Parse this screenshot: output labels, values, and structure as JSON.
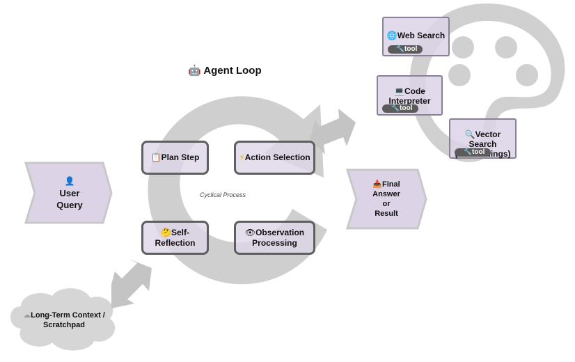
{
  "title": {
    "icon": "🤖",
    "text": "Agent Loop"
  },
  "center_label": "Cyclical Process",
  "loop_steps": [
    {
      "icon": "📋",
      "label": "Plan Step"
    },
    {
      "icon": "⚡",
      "label": "Action Selection"
    },
    {
      "icon": "🤔",
      "label": "Self-",
      "label2": "Reflection"
    },
    {
      "icon": "👁",
      "label": "Observation",
      "label2": "Processing"
    }
  ],
  "input": {
    "icon": "👤",
    "line1": "User",
    "line2": "Query"
  },
  "output": {
    "icon": "📥",
    "line1": "Final",
    "line2": "Answer",
    "line3": "or",
    "line4": "Result"
  },
  "memory": {
    "icon": "☁",
    "line1": "Long-Term Context /",
    "line2": "Scratchpad"
  },
  "tools": [
    {
      "icon": "🌐",
      "line1": "Web Search",
      "line2": "",
      "badge": "🔧tool"
    },
    {
      "icon": "💻",
      "line1": "Code",
      "line2": "Interpreter",
      "badge": "🔧tool"
    },
    {
      "icon": "🔍",
      "line1": "Vector Search",
      "line2": "(Embeddings)",
      "badge": "🔧tool"
    }
  ],
  "colors": {
    "node_fill": "#ded6e8",
    "node_border": "#5f5f5f",
    "watermark": "#cccccc",
    "arrow": "#c4c4c4",
    "badge": "#5b5b5b"
  }
}
